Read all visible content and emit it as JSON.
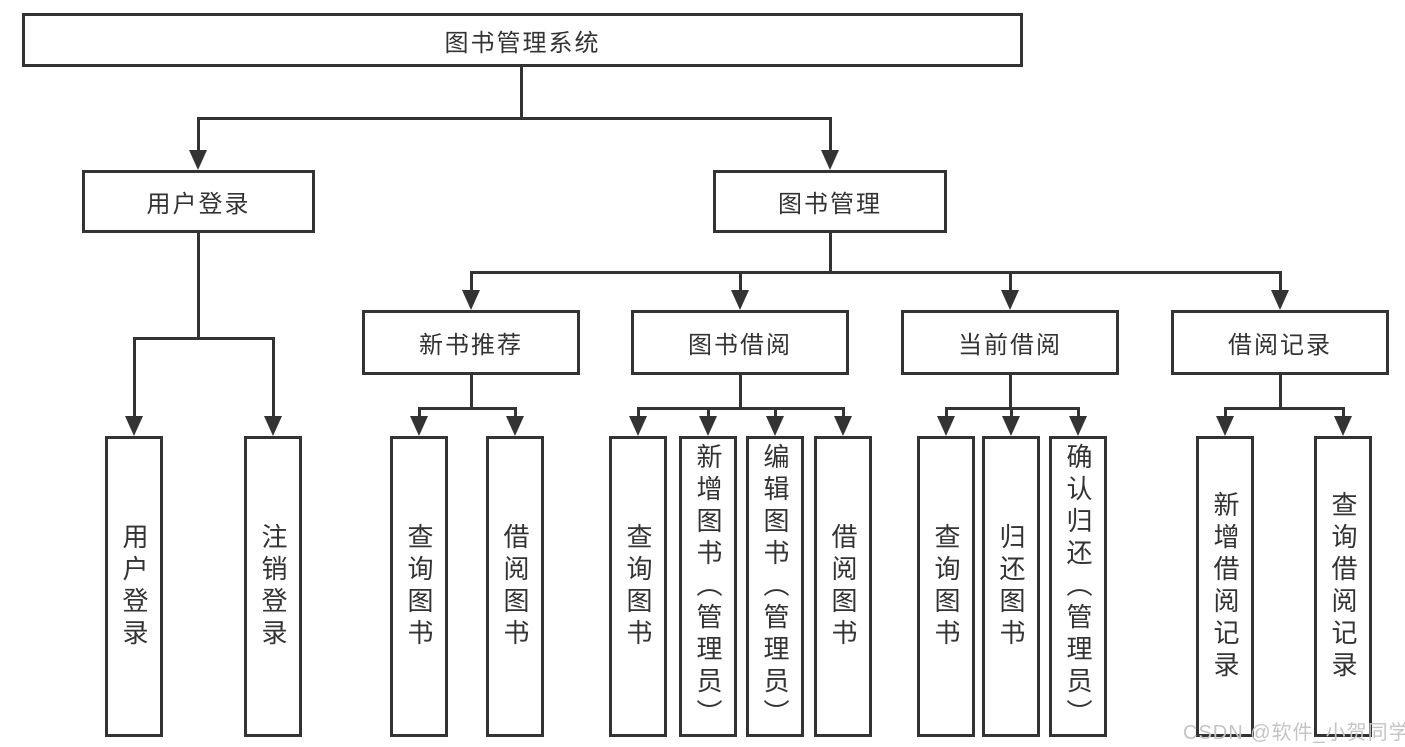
{
  "title": "图书管理系统",
  "level2": [
    {
      "label": "用户登录"
    },
    {
      "label": "图书管理"
    }
  ],
  "level3": [
    {
      "label": "新书推荐"
    },
    {
      "label": "图书借阅"
    },
    {
      "label": "当前借阅"
    },
    {
      "label": "借阅记录"
    }
  ],
  "leaves": [
    {
      "label": "用户登录"
    },
    {
      "label": "注销登录"
    },
    {
      "label": "查询图书"
    },
    {
      "label": "借阅图书"
    },
    {
      "label": "查询图书"
    },
    {
      "label": "新增图书（管理员）"
    },
    {
      "label": "编辑图书（管理员）"
    },
    {
      "label": "借阅图书"
    },
    {
      "label": "查询图书"
    },
    {
      "label": "归还图书"
    },
    {
      "label": "确认归还（管理员）"
    },
    {
      "label": "新增借阅记录"
    },
    {
      "label": "查询借阅记录"
    }
  ],
  "watermark": "CSDN @软件_小贺同学",
  "colors": {
    "line": "#333333",
    "text": "#333333",
    "watermark": "#c4c4c4",
    "background": "#ffffff"
  }
}
